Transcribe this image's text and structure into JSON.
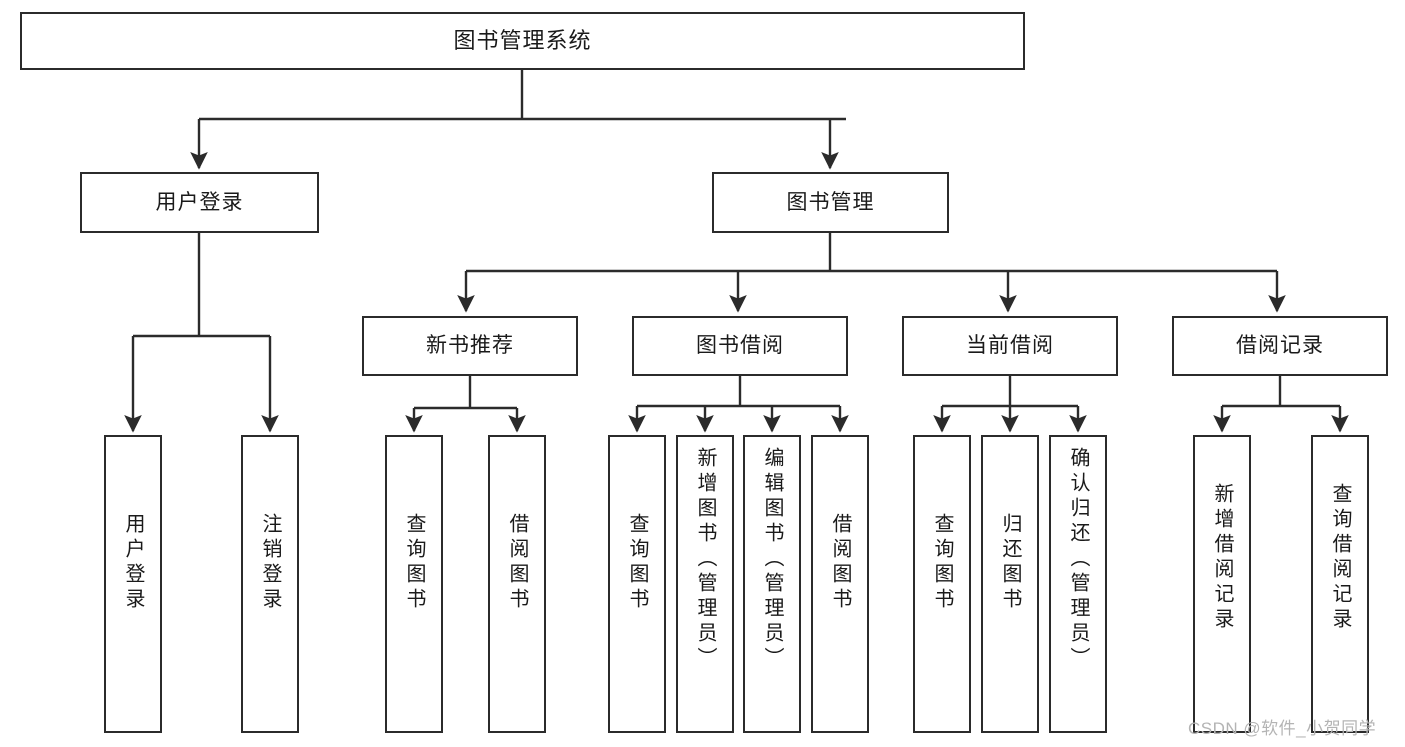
{
  "diagram": {
    "title": "图书管理系统",
    "watermark": "CSDN @软件_小贺同学",
    "stroke_color": "#2b2b2b",
    "background_color": "#ffffff",
    "text_color": "#1a1a1a",
    "watermark_color": "#b4b4b4",
    "type": "tree",
    "nodes": [
      {
        "id": "root",
        "label": "图书管理系统",
        "level": 0,
        "orientation": "horizontal"
      },
      {
        "id": "l1_login",
        "label": "用户登录",
        "level": 1,
        "parent": "root",
        "orientation": "horizontal"
      },
      {
        "id": "l1_book_mgmt",
        "label": "图书管理",
        "level": 1,
        "parent": "root",
        "orientation": "horizontal"
      },
      {
        "id": "l2_new_rec",
        "label": "新书推荐",
        "level": 2,
        "parent": "l1_book_mgmt",
        "orientation": "horizontal"
      },
      {
        "id": "l2_borrow",
        "label": "图书借阅",
        "level": 2,
        "parent": "l1_book_mgmt",
        "orientation": "horizontal"
      },
      {
        "id": "l2_current",
        "label": "当前借阅",
        "level": 2,
        "parent": "l1_book_mgmt",
        "orientation": "horizontal"
      },
      {
        "id": "l2_records",
        "label": "借阅记录",
        "level": 2,
        "parent": "l1_book_mgmt",
        "orientation": "horizontal"
      },
      {
        "id": "leaf_user_login",
        "label": "用户登录",
        "level": 2,
        "parent": "l1_login",
        "orientation": "vertical"
      },
      {
        "id": "leaf_user_logout",
        "label": "注销登录",
        "level": 2,
        "parent": "l1_login",
        "orientation": "vertical"
      },
      {
        "id": "leaf_rec_query",
        "label": "查询图书",
        "level": 3,
        "parent": "l2_new_rec",
        "orientation": "vertical"
      },
      {
        "id": "leaf_rec_borrow",
        "label": "借阅图书",
        "level": 3,
        "parent": "l2_new_rec",
        "orientation": "vertical"
      },
      {
        "id": "leaf_borrow_query",
        "label": "查询图书",
        "level": 3,
        "parent": "l2_borrow",
        "orientation": "vertical"
      },
      {
        "id": "leaf_borrow_add",
        "label": "新增图书（管理员）",
        "level": 3,
        "parent": "l2_borrow",
        "orientation": "vertical"
      },
      {
        "id": "leaf_borrow_edit",
        "label": "编辑图书（管理员）",
        "level": 3,
        "parent": "l2_borrow",
        "orientation": "vertical"
      },
      {
        "id": "leaf_borrow_do",
        "label": "借阅图书",
        "level": 3,
        "parent": "l2_borrow",
        "orientation": "vertical"
      },
      {
        "id": "leaf_cur_query",
        "label": "查询图书",
        "level": 3,
        "parent": "l2_current",
        "orientation": "vertical"
      },
      {
        "id": "leaf_cur_return",
        "label": "归还图书",
        "level": 3,
        "parent": "l2_current",
        "orientation": "vertical"
      },
      {
        "id": "leaf_cur_confirm",
        "label": "确认归还（管理员）",
        "level": 3,
        "parent": "l2_current",
        "orientation": "vertical"
      },
      {
        "id": "leaf_rec_add",
        "label": "新增借阅记录",
        "level": 3,
        "parent": "l2_records",
        "orientation": "vertical"
      },
      {
        "id": "leaf_rec_search",
        "label": "查询借阅记录",
        "level": 3,
        "parent": "l2_records",
        "orientation": "vertical"
      }
    ]
  }
}
